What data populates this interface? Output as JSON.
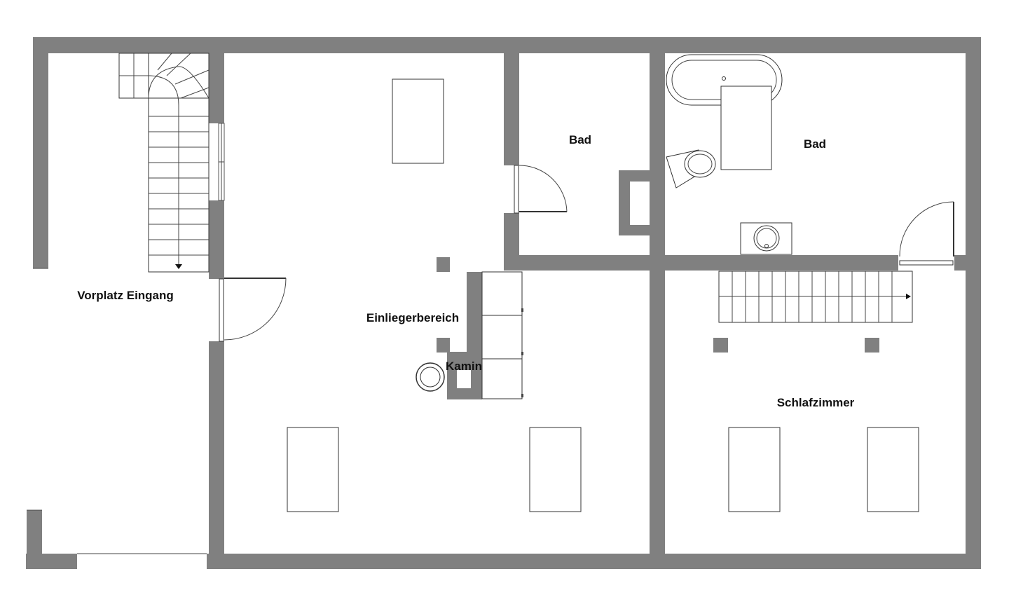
{
  "rooms": {
    "vorplatz": "Vorplatz Eingang",
    "einlieger": "Einliegerbereich",
    "kamin": "Kamin",
    "bad_small": "Bad",
    "bad_large": "Bad",
    "schlafzimmer": "Schlafzimmer"
  },
  "colors": {
    "wall": "#808080",
    "line": "#333333",
    "background": "#ffffff"
  },
  "icons": [
    "staircase-icon",
    "door-icon",
    "window-icon",
    "bathtub-icon",
    "toilet-icon",
    "sink-icon",
    "fireplace-icon",
    "skylight-icon",
    "column-icon"
  ]
}
